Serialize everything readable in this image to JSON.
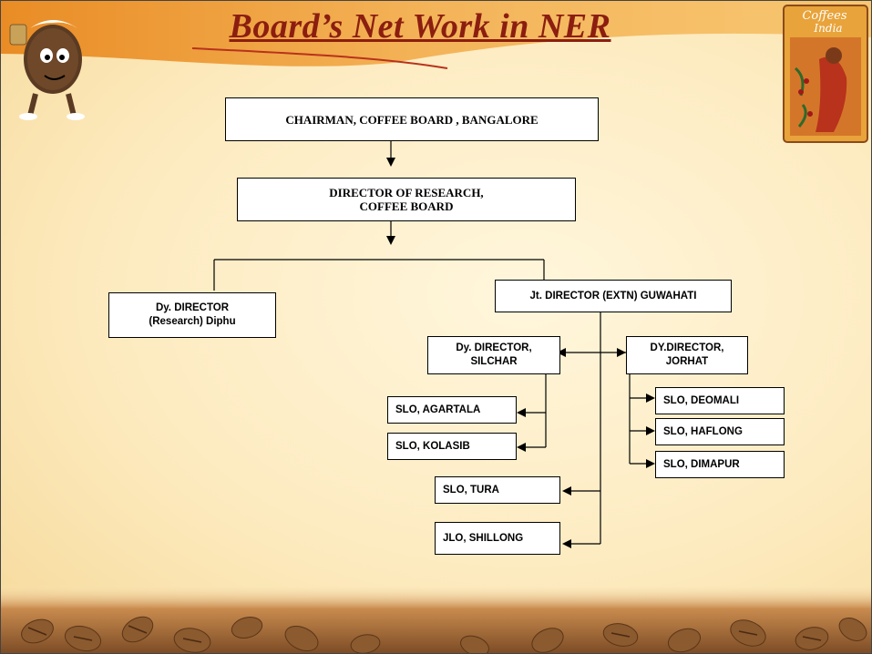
{
  "slide": {
    "title": "Board’s Net Work in NER",
    "emblem_text": "Coffees India"
  },
  "org_chart": {
    "chairman": "CHAIRMAN, COFFEE BOARD , BANGALORE",
    "director_research": "DIRECTOR OF RESEARCH,\nCOFFEE BOARD",
    "dy_director_research": "Dy. DIRECTOR\n(Research) Diphu",
    "jt_director": "Jt. DIRECTOR (EXTN) GUWAHATI",
    "dy_director_silchar": "Dy. DIRECTOR,\nSILCHAR",
    "dy_director_jorhat": "DY.DIRECTOR,\nJORHAT",
    "slo_agartala": "SLO, AGARTALA",
    "slo_kolasib": "SLO, KOLASIB",
    "slo_tura": "SLO, TURA",
    "jlo_shillong": "JLO, SHILLONG",
    "slo_deomali": "SLO, DEOMALI",
    "slo_haflong": "SLO, HAFLONG",
    "slo_dimapur": "SLO, DIMAPUR"
  },
  "colors": {
    "title": "#8b1e10",
    "background": "#fdebc0",
    "header_orange": "#f0a23a",
    "connector": "#000000"
  }
}
